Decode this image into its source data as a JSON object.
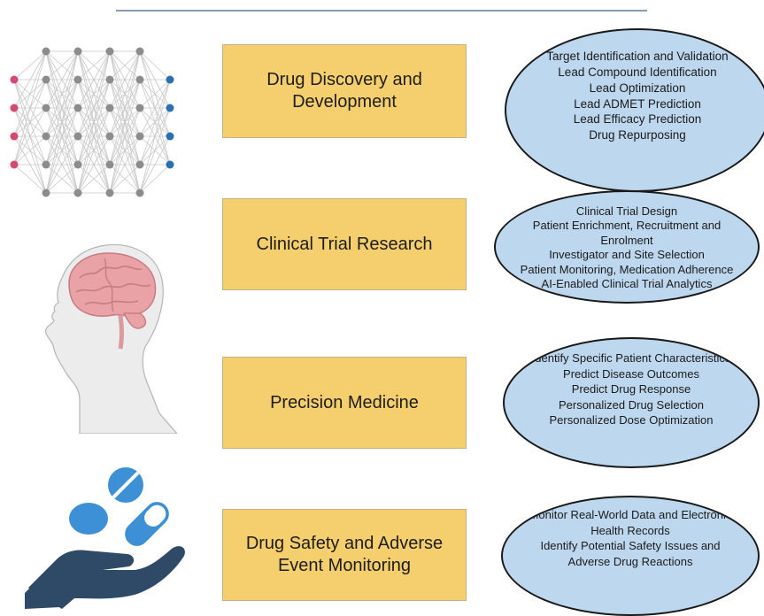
{
  "rows": [
    {
      "category": [
        "Drug Discovery and",
        "Development"
      ],
      "items": [
        "Target Identification and Validation",
        "Lead Compound Identification",
        "Lead Optimization",
        "Lead ADMET Prediction",
        "Lead Efficacy Prediction",
        "Drug Repurposing"
      ]
    },
    {
      "category": [
        "Clinical Trial Research"
      ],
      "items": [
        "Clinical Trial Design",
        "Patient Enrichment, Recruitment and",
        "Enrolment",
        "Investigator and Site Selection",
        "Patient Monitoring, Medication Adherence",
        "AI-Enabled Clinical Trial Analytics"
      ]
    },
    {
      "category": [
        "Precision Medicine"
      ],
      "items": [
        "Identify Specific Patient Characteristics",
        "Predict Disease Outcomes",
        "Predict Drug Response",
        "Personalized Drug Selection",
        "Personalized Dose Optimization"
      ]
    },
    {
      "category": [
        "Drug Safety and Adverse",
        "Event Monitoring"
      ],
      "items": [
        "Monitor Real-World Data and Electronic",
        "Health Records",
        "Identify Potential Safety Issues and",
        "Adverse Drug Reactions"
      ]
    }
  ],
  "icons": {
    "row1": "neural-network-icon",
    "row2": "human-brain-icon",
    "row3": "human-head-profile-icon",
    "row4": "hand-holding-pills-icon"
  },
  "colors": {
    "box_fill": "#f5cf6d",
    "ellipse_fill": "#bdd7ee",
    "network_input": "#d24a6f",
    "network_hidden": "#8c8c8c",
    "network_output": "#2a6fb0",
    "pill_blue": "#3d8fd6",
    "hand": "#2f4a66"
  }
}
